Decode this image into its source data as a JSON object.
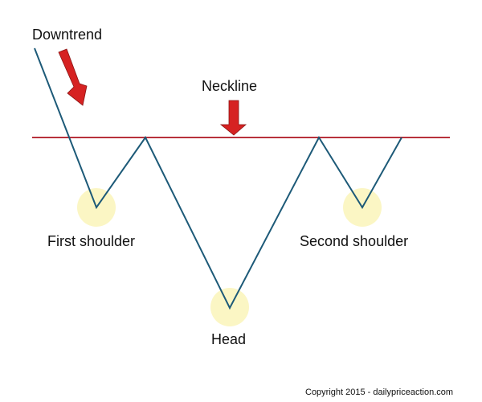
{
  "labels": {
    "downtrend": "Downtrend",
    "neckline": "Neckline",
    "first_shoulder": "First shoulder",
    "head": "Head",
    "second_shoulder": "Second shoulder"
  },
  "copyright": "Copyright 2015 - dailypriceaction.com",
  "colors": {
    "price_line": "#1d5a78",
    "neckline": "#b8323c",
    "arrow": "#d62222",
    "highlight": "#fbf6c4"
  }
}
